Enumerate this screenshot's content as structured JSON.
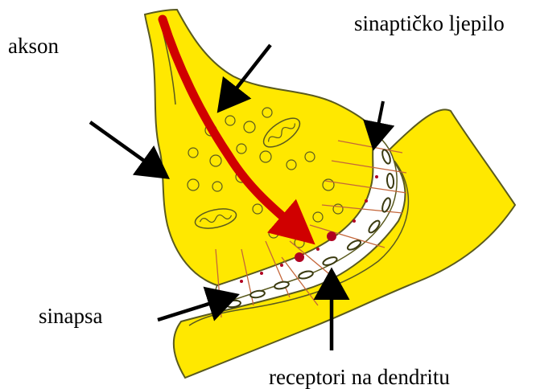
{
  "labels": {
    "akson": "akson",
    "ljepilo": "sinaptičko ljepilo",
    "sinapsa": "sinapsa",
    "receptori": "receptori na dendritu"
  },
  "colors": {
    "membrane_fill": "#FFE800",
    "membrane_outline": "#5A5A1E",
    "cleft_fill": "#FFFFFF",
    "signal_arrow": "#D00000",
    "pointer_arrow": "#000000",
    "adhesion_lines": "#C4663A",
    "neurotransmitter": "#B00020",
    "receptor": "#FFFFFF"
  },
  "icons": {
    "signal": "red-signal-arrow",
    "pointers": "black-pointer-arrow",
    "vesicle": "vesicle-circle",
    "mitochondrion": "mitochondrion-oval",
    "receptor": "receptor-oval"
  }
}
